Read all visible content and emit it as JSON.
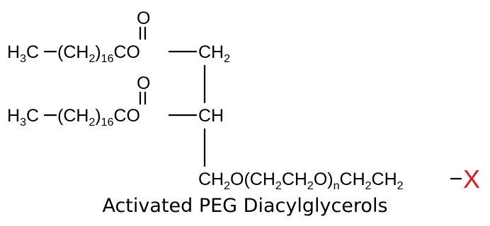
{
  "structure": {
    "chain1": {
      "methyl_atom": "H",
      "methyl_sub": "3",
      "methyl_c": "C",
      "segment_open": "(CH",
      "segment_sub": "2",
      "segment_close": ")",
      "repeat_count": "16",
      "carbonyl_carbon": "C",
      "carbonyl_oxygen": "O",
      "ester_oxygen": "O"
    },
    "chain2": {
      "methyl_atom": "H",
      "methyl_sub": "3",
      "methyl_c": "C",
      "segment_open": "(CH",
      "segment_sub": "2",
      "segment_close": ")",
      "repeat_count": "16",
      "carbonyl_carbon": "C",
      "carbonyl_oxygen": "O",
      "ester_oxygen": "O"
    },
    "glycerol": {
      "top_atom": "CH",
      "top_sub": "2",
      "middle_atom": "CH",
      "bottom_atom": "CH",
      "bottom_sub": "2"
    },
    "peg": {
      "p1": "O(CH",
      "s1": "2",
      "p2": "CH",
      "s2": "2",
      "p3": "O)",
      "repeat": "n",
      "p4": "CH",
      "s4": "2",
      "p5": "CH",
      "s5": "2"
    },
    "terminal_group": "X",
    "terminal_color": "#e8131b"
  },
  "caption": "Activated PEG Diacylglycerols"
}
